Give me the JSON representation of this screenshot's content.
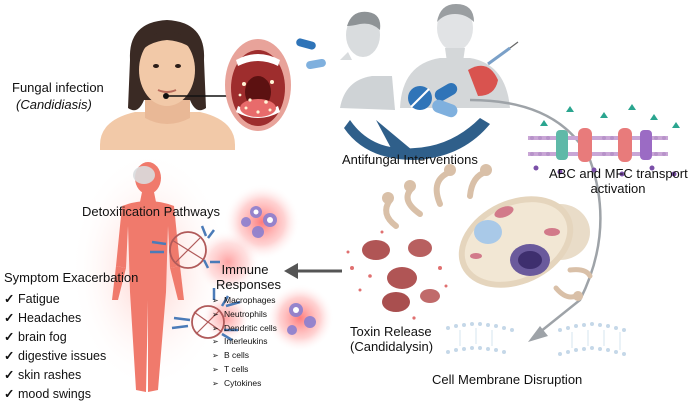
{
  "labels": {
    "fungal_infection": "Fungal infection",
    "candidiasis": "(Candidiasis)",
    "antifungal": "Antifungal Interventions",
    "transport": [
      "ABC and MFC transport",
      "activation"
    ],
    "detox": "Detoxification Pathways",
    "symptom_title": "Symptom Exacerbation",
    "immune_title": [
      "Immune",
      "Responses"
    ],
    "toxin": [
      "Toxin Release",
      "(Candidalysin)"
    ],
    "membrane": "Cell Membrane Disruption"
  },
  "symptoms": [
    "Fatigue",
    "Headaches",
    "brain fog",
    "digestive issues",
    "skin rashes",
    "mood swings"
  ],
  "immune_cells": [
    "Macrophages",
    "Neutrophils",
    "Dendritic cells",
    "Interleukins",
    "B cells",
    "T cells",
    "Cytokines"
  ],
  "colors": {
    "skin": "#f2c9a8",
    "body_red": "#f07a6c",
    "hand_blue": "#2f5f8a",
    "pill_blue": "#2f74b8",
    "arrow_gray": "#555555",
    "glow_red": "#ff5a5a"
  },
  "icons": [
    "check-icon",
    "arrow-right-icon",
    "pill-icon",
    "hand-icon",
    "syringe-icon"
  ]
}
